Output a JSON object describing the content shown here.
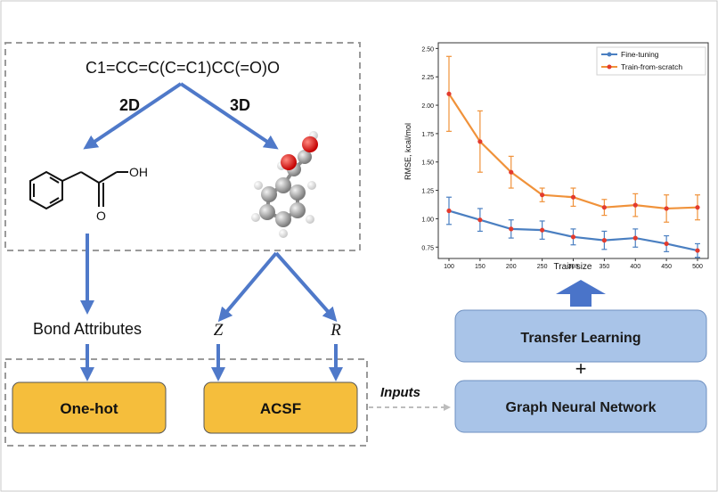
{
  "smiles": "C1=CC=C(C=C1)CC(=O)O",
  "branch_2d": "2D",
  "branch_3d": "3D",
  "oh_label": "OH",
  "o_label": "O",
  "bond_attributes": "Bond Attributes",
  "z_label": "Z",
  "r_label": "R",
  "onehot_label": "One-hot",
  "acsf_label": "ACSF",
  "inputs_label": "Inputs",
  "gnn_label": "Graph Neural Network",
  "tl_label": "Transfer Learning",
  "plus": "+",
  "colors": {
    "yellow_box": "#f5be3c",
    "blue_box": "#a9c4e8",
    "arrow_blue": "#4f79c9",
    "finetune": "#4a7fc1",
    "scratch": "#f0923a",
    "points": "#e33b2e"
  },
  "chart_data": {
    "type": "line",
    "xlabel": "Train size",
    "ylabel": "RMSE, kcal/mol",
    "x": [
      100,
      150,
      200,
      250,
      300,
      350,
      400,
      450,
      500
    ],
    "ylim": [
      0.65,
      2.55
    ],
    "yticks": [
      0.75,
      1.0,
      1.25,
      1.5,
      1.75,
      2.0,
      2.25,
      2.5
    ],
    "ytick_labels": [
      "0.75",
      "1.00",
      "1.25",
      "1.50",
      "1.75",
      "2.00",
      "2.25",
      "2.50"
    ],
    "xtick_labels": [
      "100",
      "150",
      "200",
      "250",
      "300",
      "350",
      "400",
      "450",
      "500"
    ],
    "legend_position": "top-right",
    "series": [
      {
        "name": "Fine-tuning",
        "values": [
          1.07,
          0.99,
          0.91,
          0.9,
          0.84,
          0.81,
          0.83,
          0.78,
          0.72
        ],
        "errors": [
          0.12,
          0.1,
          0.08,
          0.08,
          0.07,
          0.08,
          0.08,
          0.07,
          0.06
        ]
      },
      {
        "name": "Train-from-scratch",
        "values": [
          2.1,
          1.68,
          1.41,
          1.21,
          1.19,
          1.1,
          1.12,
          1.09,
          1.1
        ],
        "errors": [
          0.33,
          0.27,
          0.14,
          0.06,
          0.08,
          0.07,
          0.1,
          0.12,
          0.11
        ]
      }
    ]
  }
}
